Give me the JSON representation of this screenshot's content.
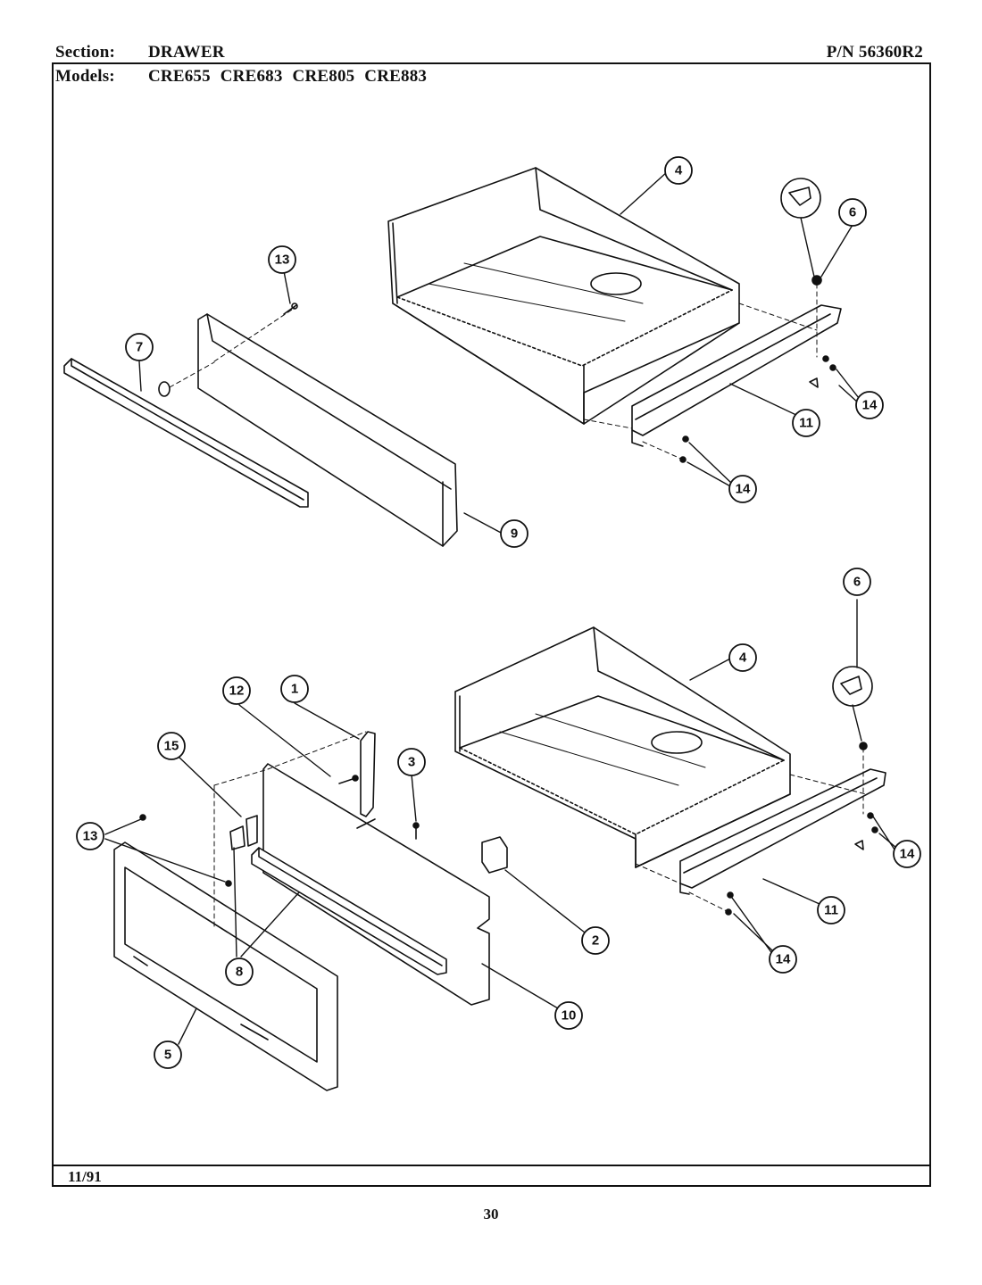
{
  "header": {
    "section_label": "Section:",
    "section_value": "DRAWER",
    "part_number": "P/N 56360R2",
    "models_label": "Models:",
    "models_value": "CRE655 CRE683 CRE805 CRE883"
  },
  "footer": {
    "date": "11/91",
    "page_number": "30"
  },
  "callouts": {
    "c4_top": "4",
    "c6_top": "6",
    "c13_top": "13",
    "c7": "7",
    "c11_top": "11",
    "c14_top_right": "14",
    "c14_top_bottom": "14",
    "c9": "9",
    "c6_bottom": "6",
    "c4_bottom": "4",
    "c12": "12",
    "c1": "1",
    "c15": "15",
    "c3": "3",
    "c13_bottom": "13",
    "c2": "2",
    "c8": "8",
    "c10": "10",
    "c5": "5",
    "c11_bottom": "11",
    "c14_bottom_right": "14",
    "c14_bottom_bottom": "14"
  }
}
